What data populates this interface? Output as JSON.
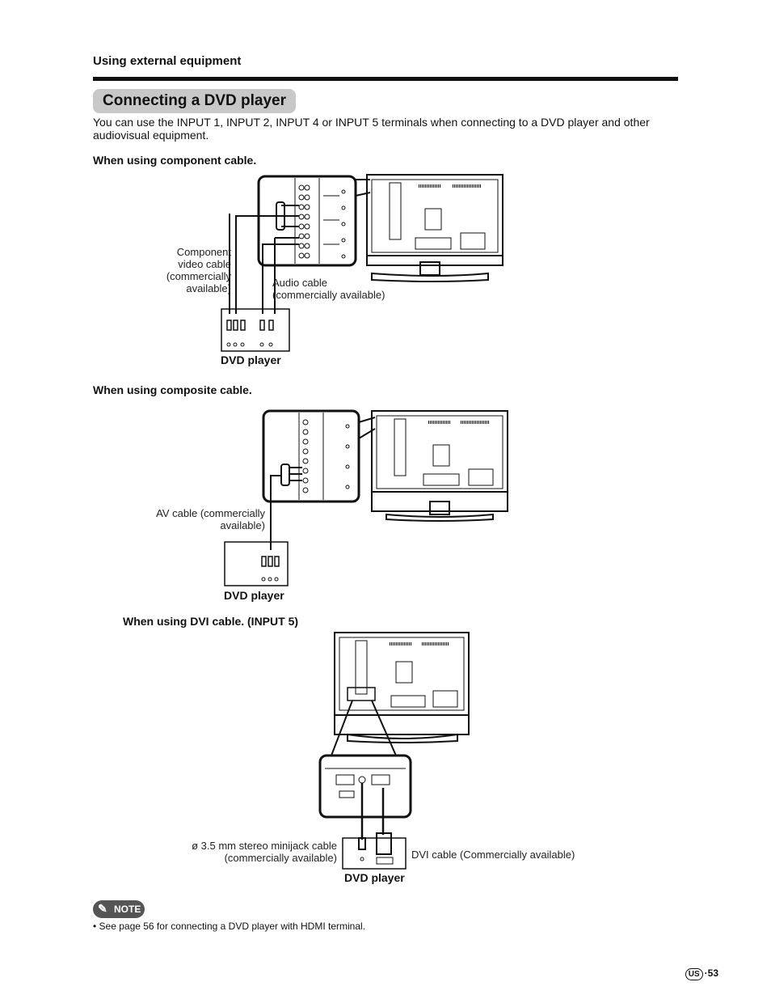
{
  "header": {
    "section": "Using external equipment"
  },
  "title": "Connecting a DVD player",
  "intro": "You can use the INPUT 1, INPUT 2, INPUT 4 or INPUT 5 terminals when connecting to a DVD player and other audiovisual equipment.",
  "component": {
    "heading": "When using component cable.",
    "video_cable_caption": "Component\nvideo cable\n(commercially\navailable)",
    "audio_cable_caption": "Audio cable\n(commercially available)",
    "device": "DVD player"
  },
  "composite": {
    "heading": "When using composite cable.",
    "av_cable_caption": "AV cable (commercially\navailable)",
    "device": "DVD player"
  },
  "dvi": {
    "heading": "When using DVI cable. (INPUT 5)",
    "minijack_caption": "ø 3.5 mm stereo minijack cable\n(commercially available)",
    "dvi_cable_caption": "DVI cable (Commercially available)",
    "device": "DVD player"
  },
  "note": {
    "badge": "NOTE",
    "bullet": "•  See page 56 for connecting a DVD player with HDMI terminal."
  },
  "footer": {
    "region_badge": "US",
    "page": "·53"
  }
}
